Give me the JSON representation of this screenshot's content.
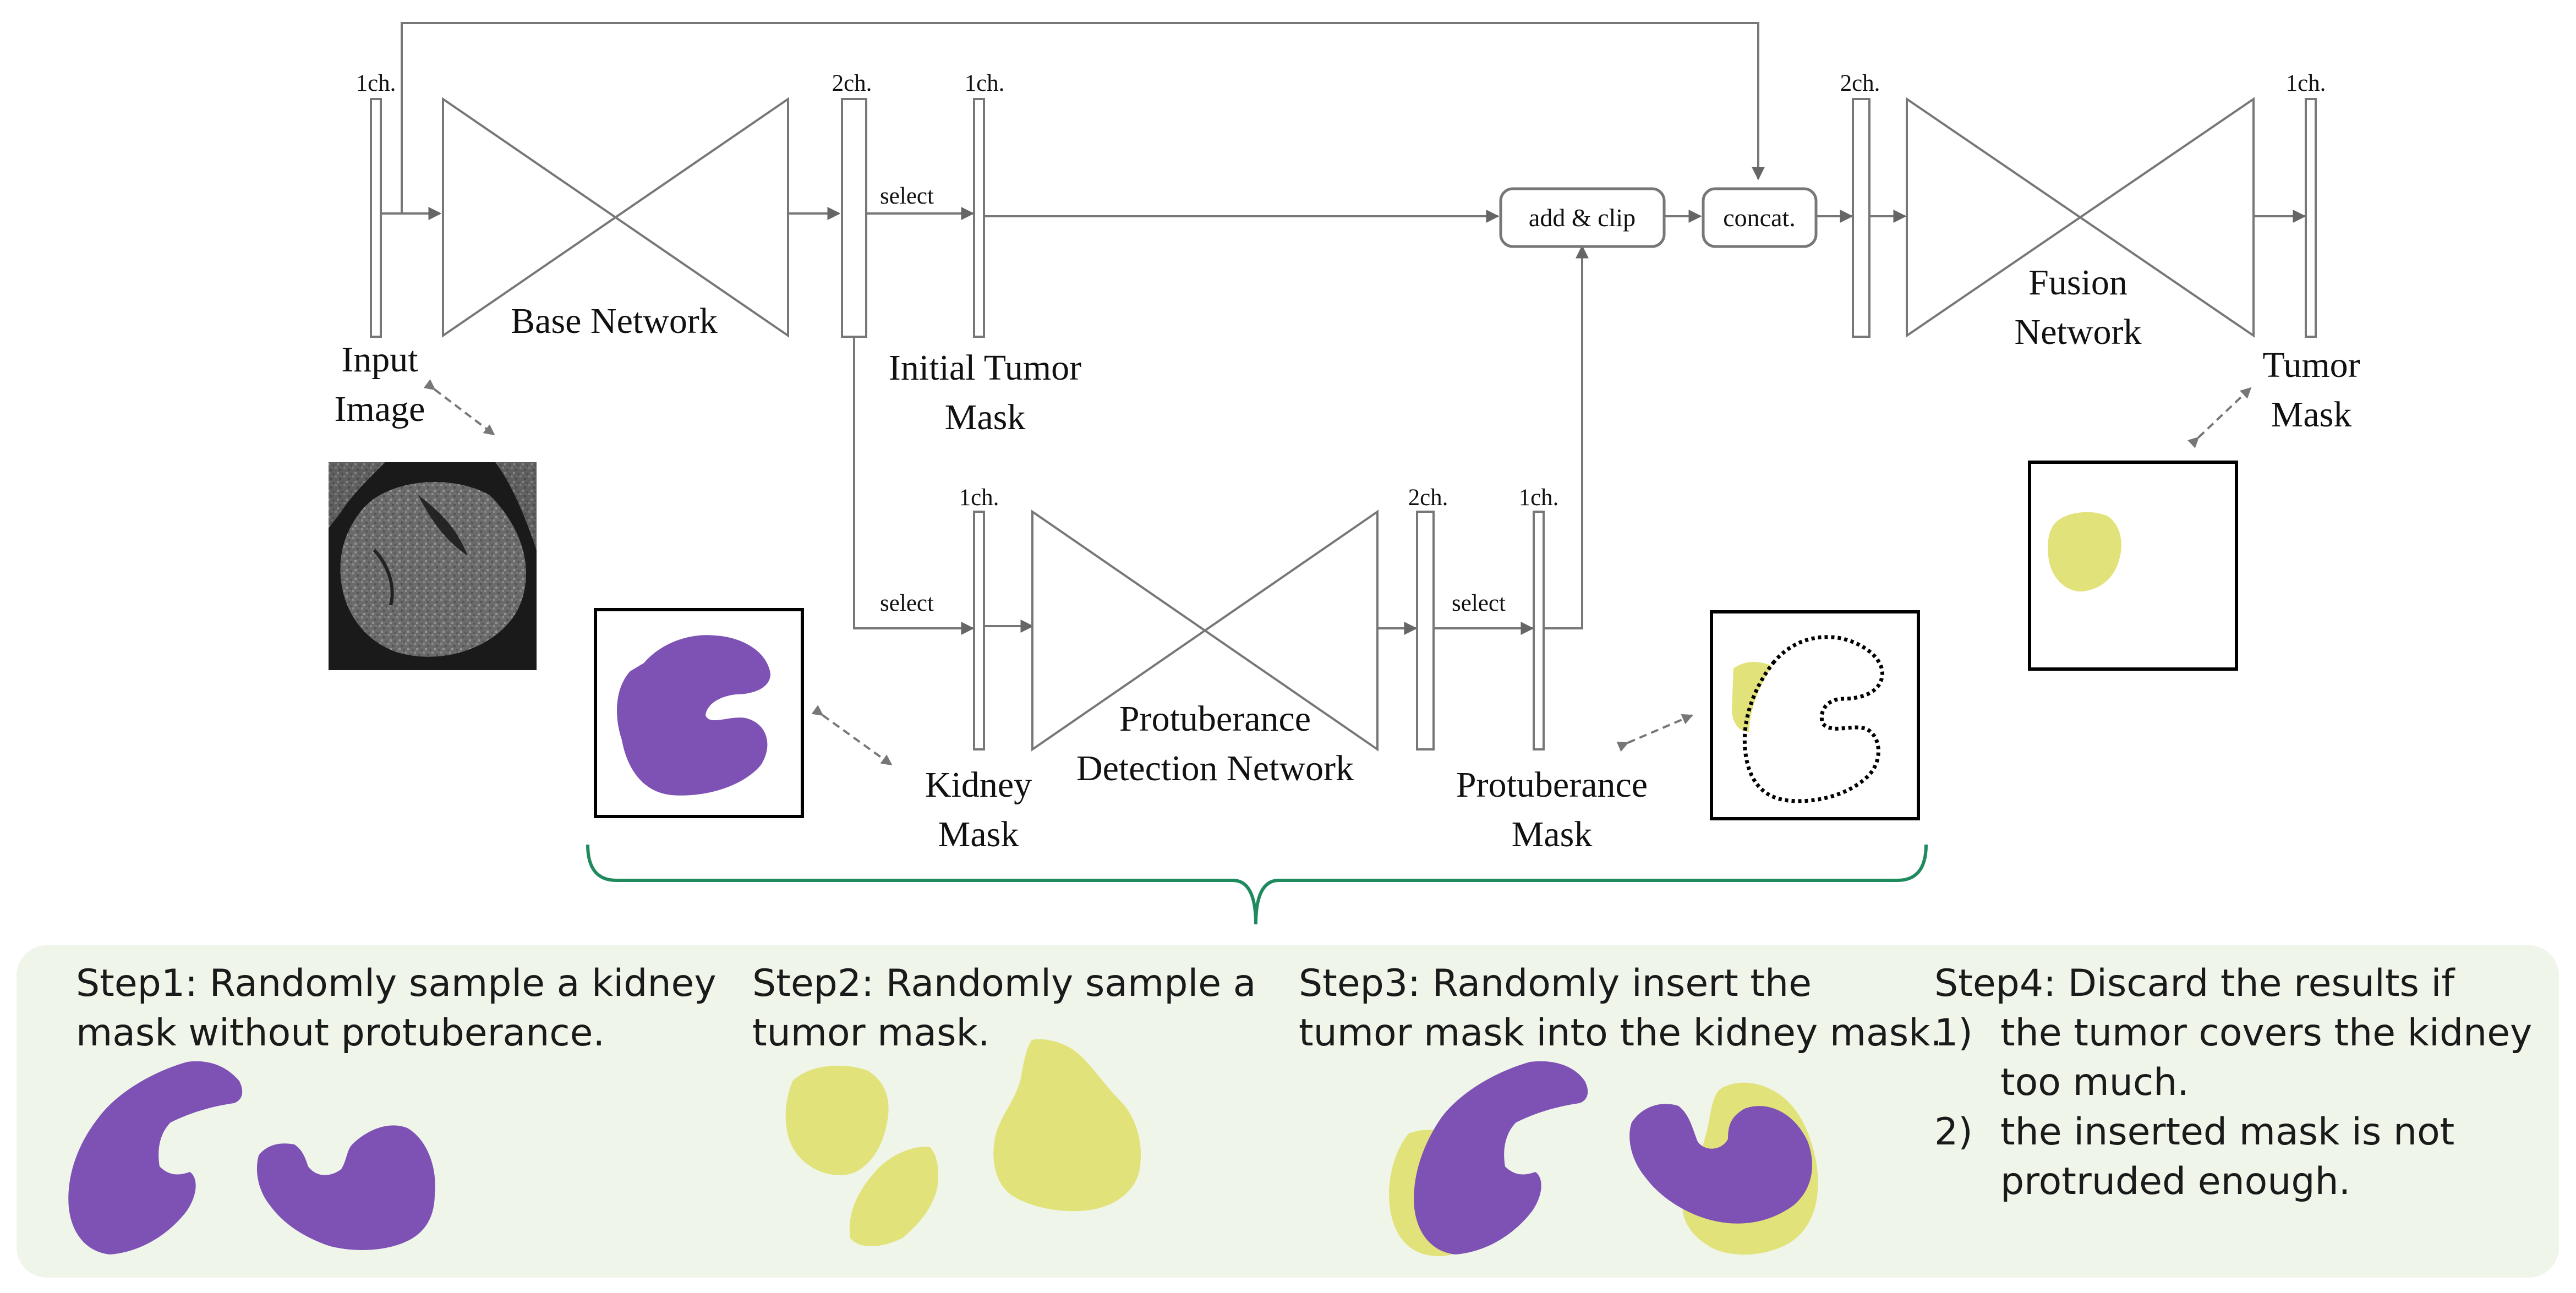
{
  "top_network": {
    "input_channels": "1ch.",
    "base_output_channels": "2ch.",
    "initial_mask_channels": "1ch.",
    "select_label_1": "select",
    "base_network_label": "Base Network",
    "input_image_label": [
      "Input",
      "Image"
    ],
    "initial_tumor_mask_label": [
      "Initial Tumor",
      "Mask"
    ],
    "add_clip_label": "add & clip",
    "concat_label": "concat.",
    "fusion_input_channels": "2ch.",
    "fusion_output_channels": "1ch.",
    "fusion_network_label": [
      "Fusion",
      "Network"
    ],
    "tumor_mask_label": [
      "Tumor",
      "Mask"
    ]
  },
  "bottom_network": {
    "select_label_2": "select",
    "kidney_input_channels": "1ch.",
    "pdn_output_channels": "2ch.",
    "protuberance_channels": "1ch.",
    "select_label_3": "select",
    "pdn_label": [
      "Protuberance",
      "Detection Network"
    ],
    "kidney_mask_label": [
      "Kidney",
      "Mask"
    ],
    "protuberance_mask_label": [
      "Protuberance",
      "Mask"
    ]
  },
  "steps": [
    {
      "lines": [
        "Step1: Randomly sample a kidney",
        "mask without protuberance."
      ]
    },
    {
      "lines": [
        "Step2: Randomly sample a",
        "tumor mask."
      ]
    },
    {
      "lines": [
        "Step3: Randomly insert the",
        "tumor mask into the kidney mask."
      ]
    },
    {
      "title": "Step4: Discard the results if",
      "items": [
        {
          "num": "1)",
          "lines": [
            "the tumor covers the kidney",
            "too much."
          ]
        },
        {
          "num": "2)",
          "lines": [
            "the inserted mask is not",
            "protruded enough."
          ]
        }
      ]
    }
  ],
  "colors": {
    "kidney": "#7e52b5",
    "tumor": "#e2e27a",
    "panel_bg": "#f0f5ea",
    "bracket": "#1f8a5e",
    "line": "#777777"
  }
}
